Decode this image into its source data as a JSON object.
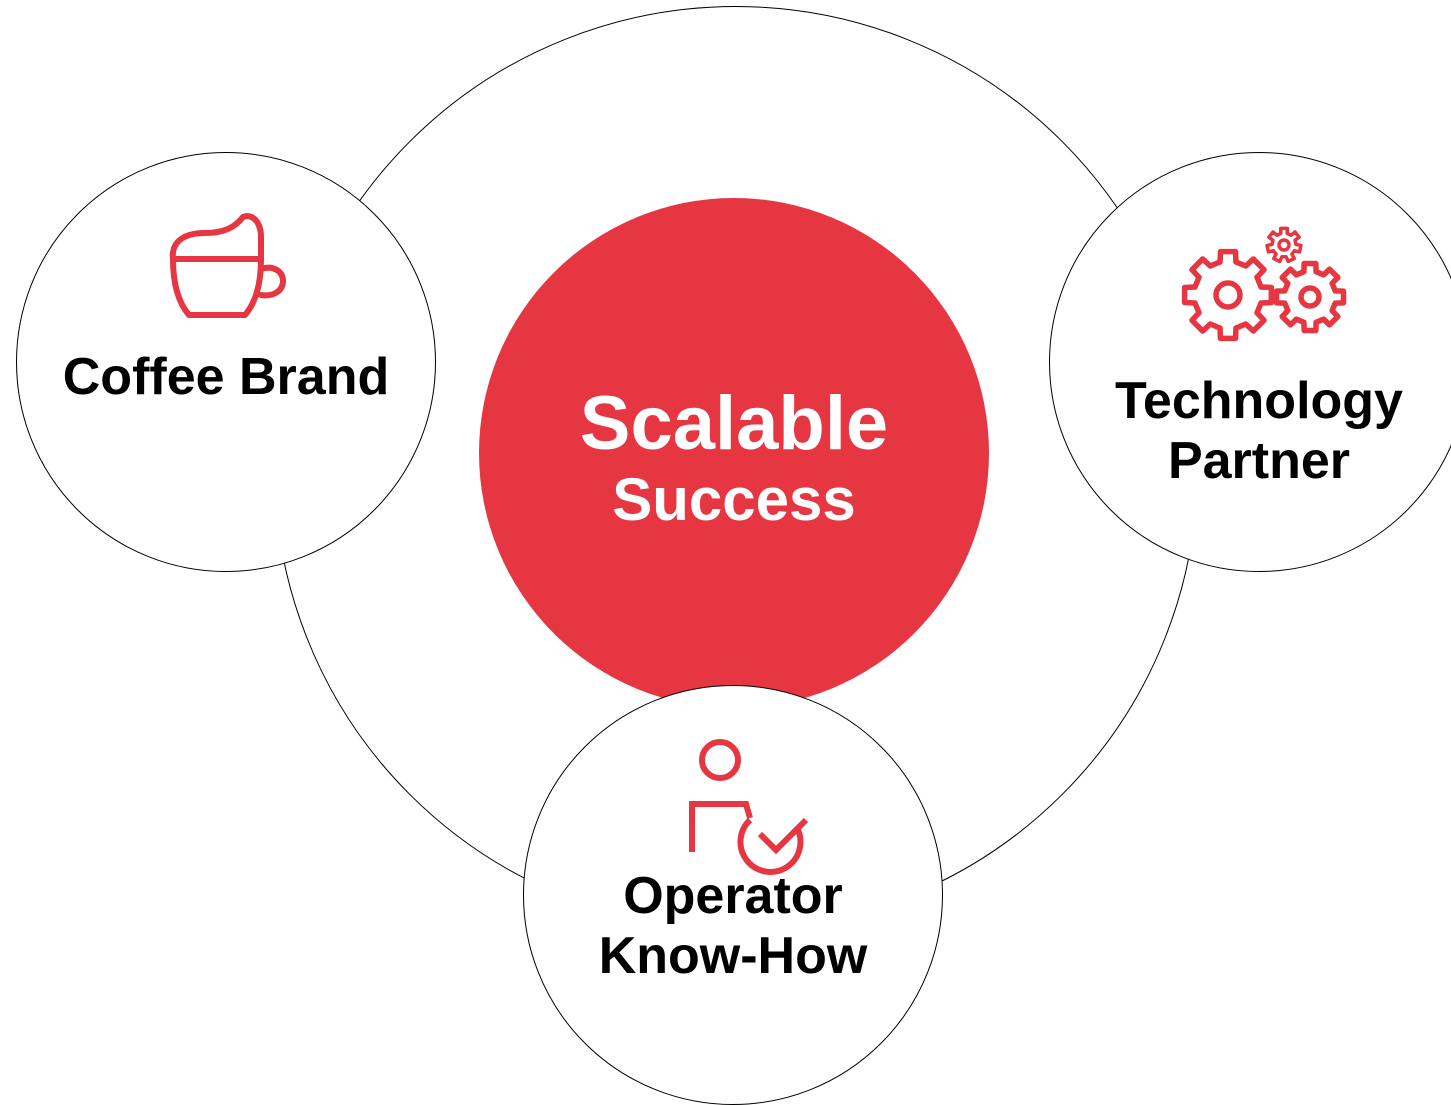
{
  "colors": {
    "accent": "#e63642",
    "outline": "#000000",
    "background": "#ffffff"
  },
  "center": {
    "line1": "Scalable",
    "line2": "Success"
  },
  "nodes": {
    "coffee": {
      "label": "Coffee Brand",
      "icon": "coffee-cup-icon"
    },
    "tech": {
      "label_line1": "Technology",
      "label_line2": "Partner",
      "icon": "gears-icon"
    },
    "operator": {
      "label_line1": "Operator",
      "label_line2": "Know-How",
      "icon": "person-check-icon"
    }
  }
}
